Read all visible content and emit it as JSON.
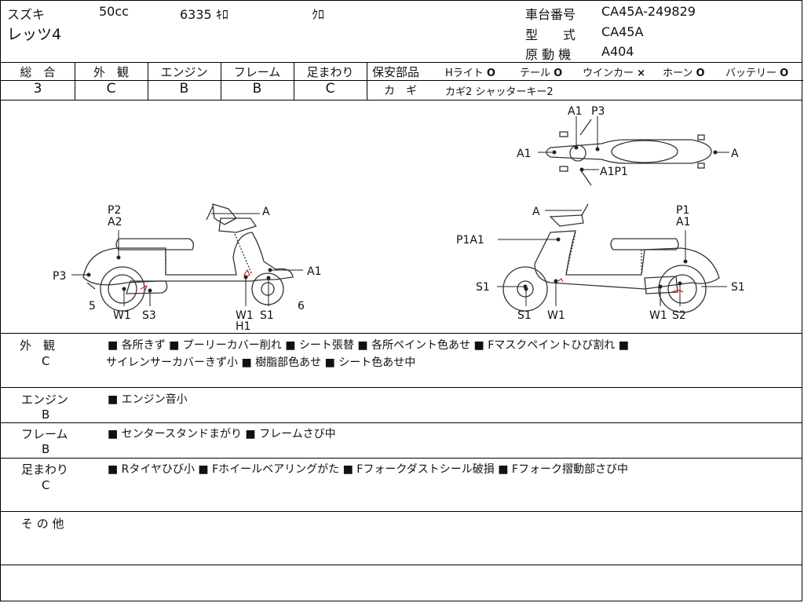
{
  "header": {
    "maker": "スズキ",
    "displacement": "50cc",
    "mileage": "6335",
    "mileage_unit": "ｷﾛ",
    "color": "ｸﾛ",
    "model_name": "レッツ4",
    "frame_no_label": "車台番号",
    "frame_no": "CA45A-249829",
    "type_label": "型　　式",
    "type": "CA45A",
    "engine_label": "原 動 機",
    "engine": "A404"
  },
  "grades": {
    "headers": [
      "総　合",
      "外　観",
      "エンジン",
      "フレーム",
      "足まわり"
    ],
    "values": [
      "3",
      "C",
      "B",
      "B",
      "C"
    ]
  },
  "safety": {
    "label": "保安部品",
    "items": [
      {
        "name": "Hライト",
        "mark": "O"
      },
      {
        "name": "テール",
        "mark": "O"
      },
      {
        "name": "ウインカー",
        "mark": "×"
      },
      {
        "name": "ホーン",
        "mark": "O"
      },
      {
        "name": "バッテリー",
        "mark": "O"
      }
    ],
    "key_label": "カ　ギ",
    "key_value": "カギ2 シャッターキー2"
  },
  "diagram_labels": {
    "top": [
      "A1",
      "P3",
      "A1",
      "A",
      "A1P1"
    ],
    "left": [
      "P2",
      "A2",
      "A",
      "P3",
      "A1",
      "5",
      "W1",
      "S3",
      "W1",
      "H1",
      "S1",
      "6"
    ],
    "right": [
      "A",
      "P1",
      "A1",
      "P1A1",
      "S1",
      "S1",
      "W1",
      "W1",
      "S2",
      "S1"
    ]
  },
  "remarks": [
    {
      "category": "外　観",
      "grade": "C",
      "lines": [
        "■ 各所きず ■ プーリーカバー削れ ■ シート張替 ■ 各所ペイント色あせ ■ Fマスクペイントひび割れ ■",
        "サイレンサーカバーきず小 ■ 樹脂部色あせ ■ シート色あせ中"
      ]
    },
    {
      "category": "エンジン",
      "grade": "B",
      "lines": [
        "■ エンジン音小"
      ]
    },
    {
      "category": "フレーム",
      "grade": "B",
      "lines": [
        "■ センタースタンドまがり ■ フレームさび中"
      ]
    },
    {
      "category": "足まわり",
      "grade": "C",
      "lines": [
        "■ Rタイヤひび小 ■ Fホイールベアリングがた ■ Fフォークダストシール破損 ■ Fフォーク摺動部さび中"
      ]
    },
    {
      "category": "そ の 他",
      "grade": "",
      "lines": []
    }
  ]
}
